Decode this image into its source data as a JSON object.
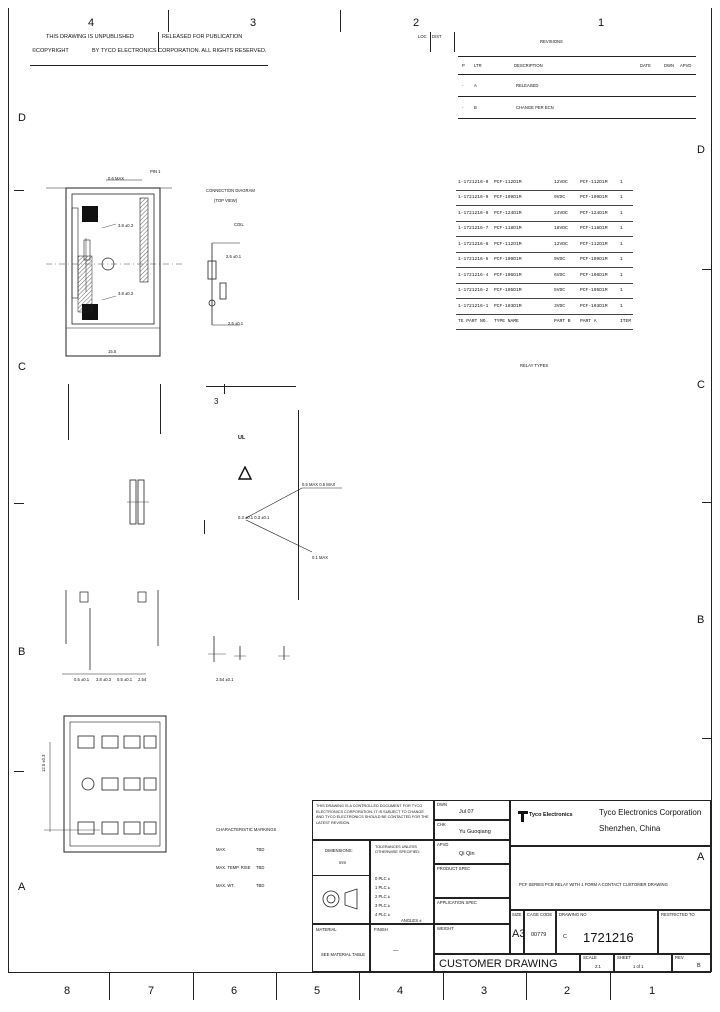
{
  "zones": {
    "top": [
      "4",
      "3",
      "2",
      "1"
    ],
    "bottom": [
      "8",
      "7",
      "6",
      "5",
      "4",
      "3",
      "2",
      "1"
    ],
    "left": [
      "D",
      "C",
      "B",
      "A"
    ],
    "right": [
      "D",
      "C",
      "B",
      "A"
    ]
  },
  "header": {
    "copyright_line1": "THIS DRAWING IS UNPUBLISHED",
    "copyright_line2": "©COPYRIGHT",
    "release_line1": "RELEASED FOR PUBLICATION",
    "release_line2": "BY TYCO ELECTRONICS CORPORATION. ALL RIGHTS RESERVED.",
    "loc": "LOC",
    "dist": "DIST",
    "revisions_title": "REVISIONS",
    "rev_headers": [
      "P",
      "LTR",
      "DESCRIPTION",
      "DATE",
      "DWN",
      "APVD"
    ],
    "rev_rows": [
      [
        "-",
        "A",
        "RELEASED",
        "",
        "",
        ""
      ],
      [
        "-",
        "B",
        "CHANGE PER ECN",
        "",
        "",
        ""
      ]
    ]
  },
  "relay_table": {
    "rows": [
      [
        "1-1721216-0",
        "PCF-112D1M",
        "12VDC",
        "PCF-112D1M",
        "1"
      ],
      [
        "1-1721216-9",
        "PCF-109D1M",
        "9VDC",
        "PCF-109D1M",
        "1"
      ],
      [
        "1-1721216-8",
        "PCF-124D1M",
        "24VDC",
        "PCF-124D1M",
        "1"
      ],
      [
        "1-1721216-7",
        "PCF-118D1M",
        "18VDC",
        "PCF-118D1M",
        "1"
      ],
      [
        "1-1721216-6",
        "PCF-112D1M",
        "12VDC",
        "PCF-112D1M",
        "1"
      ],
      [
        "1-1721216-5",
        "PCF-109D1M",
        "9VDC",
        "PCF-109D1M",
        "1"
      ],
      [
        "1-1721216-4",
        "PCF-106D1M",
        "6VDC",
        "PCF-106D1M",
        "1"
      ],
      [
        "1-1721216-2",
        "PCF-105D1M",
        "5VDC",
        "PCF-105D1M",
        "1"
      ],
      [
        "1-1721216-1",
        "PCF-103D1M",
        "3VDC",
        "PCF-103D1M",
        "1"
      ]
    ],
    "labels": [
      "TE PART NO.",
      "TYPE NAME",
      "PART B",
      "PART A",
      "ITEM"
    ],
    "caption": "RELAY TYPES"
  },
  "views": {
    "top_view": {
      "label_top": "0.6 MAX",
      "label_side": "PIN 1",
      "callout_a": "3.8 ±0.3",
      "callout_b": "3.8 ±0.3",
      "bottom_dim": "15.5"
    },
    "schematic": {
      "title1": "CONNECTION DIAGRAM",
      "title2": "(TOP VIEW)",
      "coil": "COIL",
      "dim_a": "2.5 ±0.1",
      "dim_b": "2.5 ±0.1"
    },
    "detail": {
      "marker": "3",
      "ul_mark": "UL",
      "callout_a": "0.5 MAX 0.5 MAX",
      "callout_b": "0.3 ±0.1 0.3 ±0.1",
      "callout_c": "0.1 MAX"
    },
    "side_dims": [
      "0.5 ±0.1",
      "3.8 ±0.3",
      "0.5 ±0.1",
      "2.54"
    ],
    "side_dim_single": "2.54 ±0.1",
    "bottom_view": {
      "side_label": "12.5 ±0.3"
    },
    "bom_notes": {
      "title": "CHARACTERISTIC MARKINGS",
      "row1_label": "MAX.",
      "row1_val": "TBD",
      "row2_label": "MAX. TEMP. RISE",
      "row2_val": "TBD",
      "row3_label": "MAX. WT.",
      "row3_val": "TBD"
    }
  },
  "title_block": {
    "notice": "THIS DRAWING IS A CONTROLLED DOCUMENT FOR TYCO ELECTRONICS CORPORATION. IT IS SUBJECT TO CHANGE AND TYCO ELECTRONICS SHOULD BE CONTACTED FOR THE LATEST REVISION.",
    "dimensions_label": "DIMENSIONS:",
    "dimensions_unit": "mm",
    "tolerances_label": "TOLERANCES UNLESS OTHERWISE SPECIFIED:",
    "tol_rows": [
      "0 PLC ±",
      "1 PLC ±",
      "2 PLC ±",
      "3 PLC ±",
      "4 PLC ±"
    ],
    "angles": "ANGLES ±",
    "material_label": "MATERIAL",
    "material_value": "SEE MATERIAL TABLE",
    "finish_label": "FINISH",
    "finish_value": "—",
    "dwn_label": "DWN",
    "dwn_value": "Jul 07",
    "chk_label": "CHK",
    "chk_value": "Yu Guoqiang",
    "appd_label": "APVD",
    "appd_value": "Qi Qin",
    "product_spec_label": "PRODUCT SPEC",
    "application_spec_label": "APPLICATION SPEC",
    "weight_label": "WEIGHT",
    "company_logo": "Tyco Electronics",
    "company_name": "Tyco Electronics Corporation",
    "company_city": "Shenzhen, China",
    "description": "PCF SERIES PCB RELAY WITH 1 FORM A CONTACT CUSTOMER DRAWING",
    "size_label": "SIZE",
    "size_value": "A3",
    "cage_label": "CAGE CODE",
    "cage_value": "00779",
    "drawing_no_label": "DRAWING NO",
    "drawing_no": "1721216",
    "restricted_label": "RESTRICTED TO",
    "customer_drawing": "CUSTOMER DRAWING",
    "scale_label": "SCALE",
    "scale_value": "2:1",
    "sheet_label": "SHEET",
    "sheet_value": "1 of 1",
    "rev_label": "REV",
    "rev_value": "B"
  }
}
